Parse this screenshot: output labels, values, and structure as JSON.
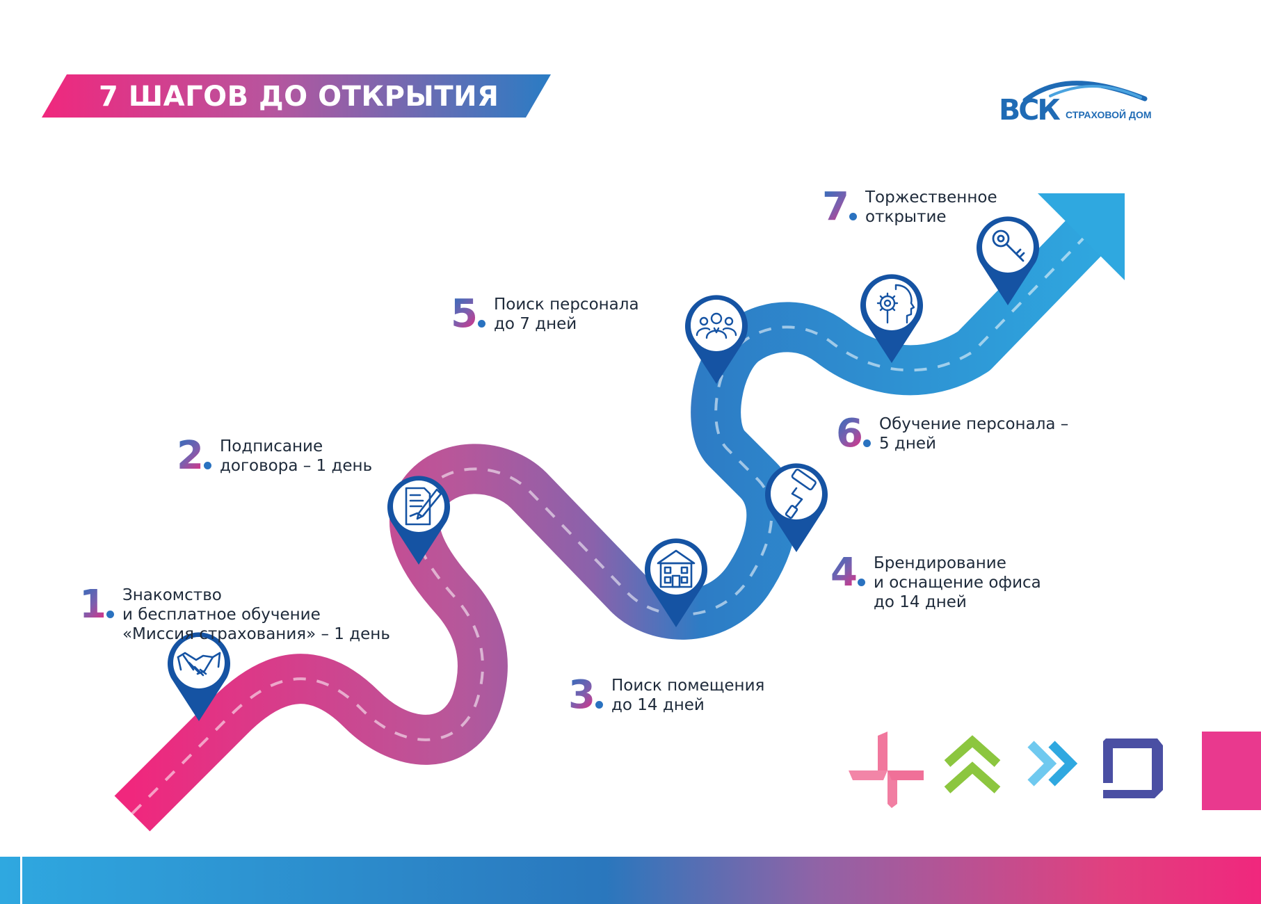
{
  "header": {
    "title": "7 ШАГОВ ДО ОТКРЫТИЯ"
  },
  "logo": {
    "mark": "ВСК",
    "subtitle": "СТРАХОВОЙ ДОМ"
  },
  "colors": {
    "pink": "#f0277d",
    "purple": "#9a5fa8",
    "blue": "#2a7cc4",
    "light_blue": "#2fa8e0",
    "navy_pin": "#1553a3",
    "green": "#8cc63f",
    "indigo": "#4a4fa3"
  },
  "steps": [
    {
      "number": "1",
      "text": "Знакомство\nи бесплатное обучение\n«Миссия страхования» – 1 день",
      "icon": "handshake-icon"
    },
    {
      "number": "2",
      "text": "Подписание\nдоговора – 1 день",
      "icon": "contract-pen-icon"
    },
    {
      "number": "3",
      "text": "Поиск помещения\nдо 14 дней",
      "icon": "building-icon"
    },
    {
      "number": "4",
      "text": "Брендирование\nи оснащение офиса\nдо 14 дней",
      "icon": "paint-roller-icon"
    },
    {
      "number": "5",
      "text": "Поиск персонала\nдо 7 дней",
      "icon": "team-icon"
    },
    {
      "number": "6",
      "text": "Обучение персонала –\n5 дней",
      "icon": "head-gear-icon"
    },
    {
      "number": "7",
      "text": "Торжественное\nоткрытие",
      "icon": "key-icon"
    }
  ]
}
